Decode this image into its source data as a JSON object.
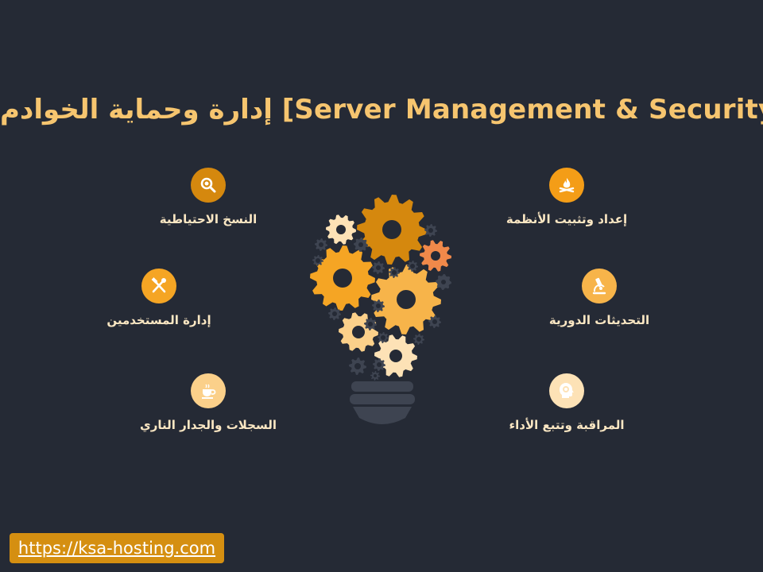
{
  "title": "إدارة وحماية الخوادم [Server Management & Security)",
  "features": [
    {
      "label": "النسخ الاحتياطية",
      "icon": "search-icon",
      "color": "#d5880e"
    },
    {
      "label": "إعداد وتثبيت الأنظمة",
      "icon": "campfire-icon",
      "color": "#f49d17"
    },
    {
      "label": "إدارة المستخدمين",
      "icon": "tools-icon",
      "color": "#f5a524"
    },
    {
      "label": "التحديثات الدورية",
      "icon": "microscope-icon",
      "color": "#f7b44a"
    },
    {
      "label": "السجلات والجدار الناري",
      "icon": "coffee-cup-icon",
      "color": "#fbd08a"
    },
    {
      "label": "المراقبة وتتبع الأداء",
      "icon": "head-gear-icon",
      "color": "#fde2b6"
    }
  ],
  "footer": {
    "url": "https://ksa-hosting.com",
    "color": "#d58f11"
  }
}
